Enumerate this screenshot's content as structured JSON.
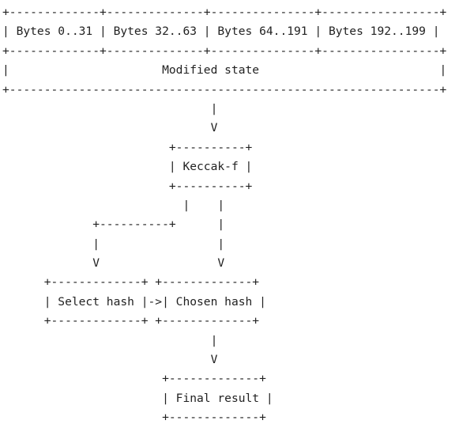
{
  "diagram": {
    "lines": [
      "+-------------+--------------+---------------+-----------------+",
      "| Bytes 0..31 | Bytes 32..63 | Bytes 64..191 | Bytes 192..199 |",
      "+-------------+--------------+---------------+-----------------+",
      "|                      Modified state                          |",
      "+--------------------------------------------------------------+",
      "                              |",
      "                              V",
      "                        +----------+",
      "                        | Keccak-f |",
      "                        +----------+",
      "                          |    |",
      "             +----------+      |",
      "             |                 |",
      "             V                 V",
      "      +-------------+ +-------------+",
      "      | Select hash |->| Chosen hash |",
      "      +-------------+ +-------------+",
      "                              |",
      "                              V",
      "                       +-------------+",
      "                       | Final result |",
      "                       +-------------+"
    ]
  }
}
